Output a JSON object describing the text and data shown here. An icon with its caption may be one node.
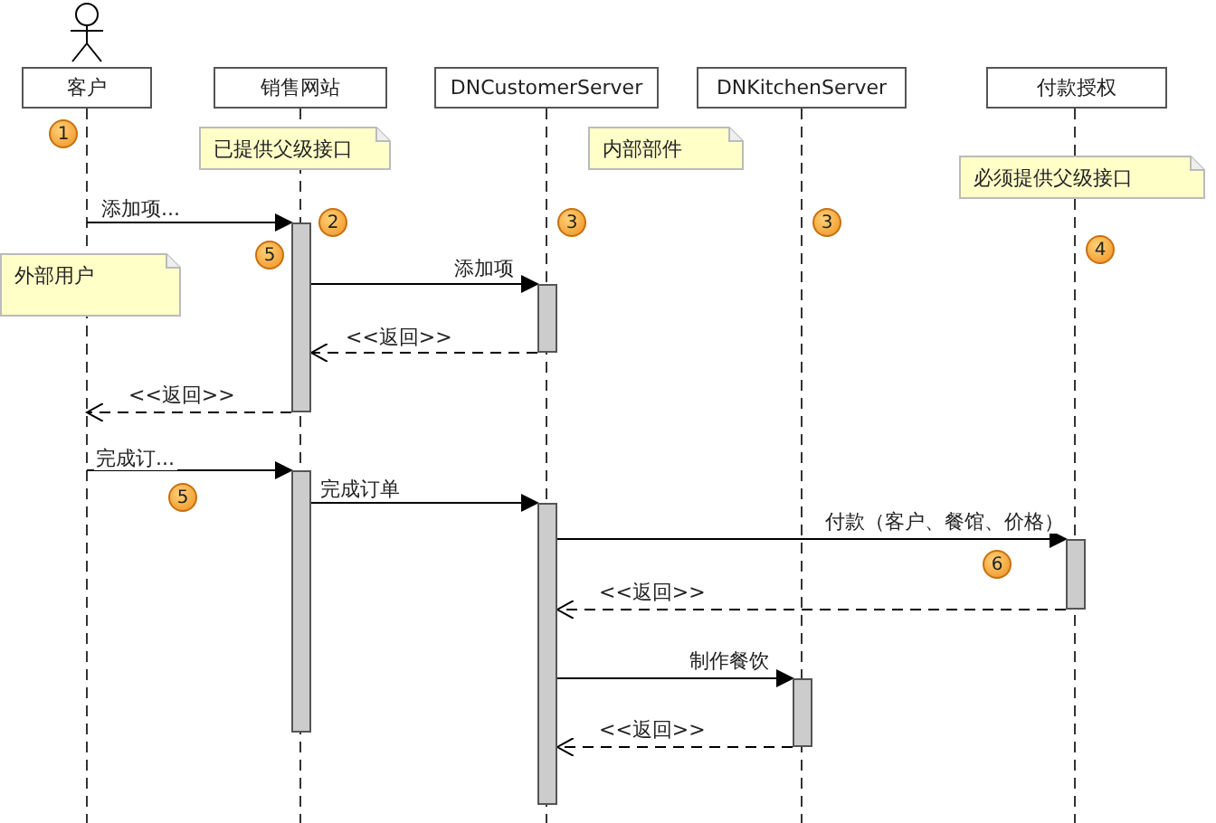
{
  "diagram": {
    "nodes": [
      {
        "text": [
          "客户"
        ]
      },
      {
        "text": [
          "销售网站"
        ]
      },
      {
        "text": [
          "DNCustomerServer"
        ]
      },
      {
        "text": [
          "DNKitchenServer"
        ]
      },
      {
        "text": [
          "付款授权"
        ]
      },
      {
        "text": [
          "已提供父级接口"
        ]
      },
      {
        "text": [
          "内部部件"
        ]
      },
      {
        "text": [
          "必须提供父级接口"
        ]
      },
      {
        "text": [
          "外部用户"
        ]
      },
      {
        "text": [],
        "shape": "bar"
      },
      {
        "text": [],
        "shape": "bar"
      },
      {
        "text": [],
        "shape": "bar"
      },
      {
        "text": [],
        "shape": "bar"
      },
      {
        "text": [],
        "shape": "bar"
      },
      {
        "text": [],
        "shape": "bar"
      }
    ],
    "edges": [
      {
        "from": 0,
        "to": 9,
        "arrow": "to",
        "label": "添加项..."
      },
      {
        "from": 9,
        "to": 10,
        "arrow": "to",
        "label": "添加项"
      },
      {
        "from": 10,
        "to": 9,
        "arrow": "to",
        "label": "<<返回>>",
        "style": "dashed"
      },
      {
        "from": 9,
        "to": 0,
        "arrow": "to",
        "label": "<<返回>>",
        "style": "dashed"
      },
      {
        "from": 0,
        "to": 11,
        "arrow": "to",
        "label": "完成订..."
      },
      {
        "from": 11,
        "to": 12,
        "arrow": "to",
        "label": "完成订单"
      },
      {
        "from": 12,
        "to": 13,
        "arrow": "to",
        "label": "付款（客户、餐馆、价格）"
      },
      {
        "from": 13,
        "to": 12,
        "arrow": "to",
        "label": "<<返回>>",
        "style": "dashed"
      },
      {
        "from": 12,
        "to": 14,
        "arrow": "to",
        "label": "制作餐饮"
      },
      {
        "from": 14,
        "to": 12,
        "arrow": "to",
        "label": "<<返回>>",
        "style": "dashed"
      }
    ],
    "labels": [
      "1",
      "2",
      "3",
      "3",
      "4",
      "5",
      "5",
      "6"
    ]
  }
}
